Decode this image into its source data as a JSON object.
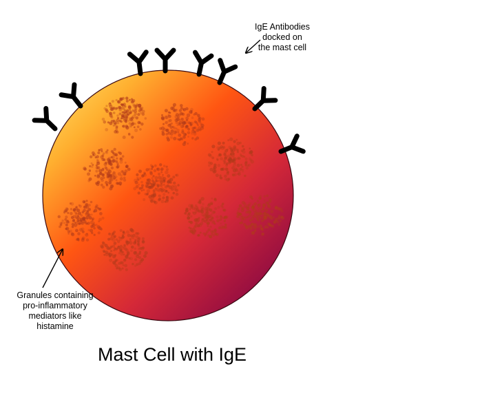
{
  "diagram": {
    "title": "Mast Cell with IgE",
    "annotations": {
      "ige_antibodies": "IgE Antibodies\ndocked on\nthe mast cell",
      "granules": "Granules containing\npro-inflammatory\nmediators like\nhistamine"
    },
    "colors": {
      "cell_highlight": "#ffe066",
      "cell_mid": "#ff5a10",
      "cell_dark": "#9c1038",
      "cell_edge": "#5a0a24",
      "granule": "#b03a1a",
      "antibody": "#000000"
    }
  }
}
